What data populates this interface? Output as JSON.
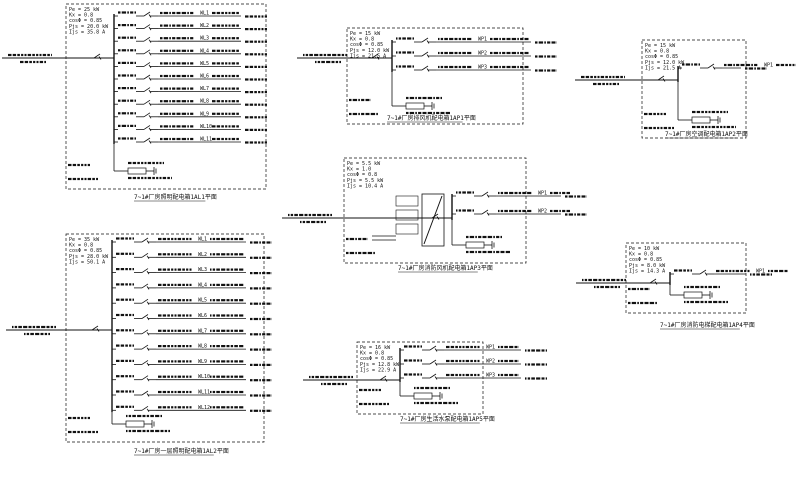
{
  "panels": [
    {
      "id": "p1",
      "params": [
        "Pe = 25 kW",
        "Kx = 0.8",
        "cosΦ = 0.85",
        "Pjs = 20.0 kW",
        "Ijs = 35.8 A"
      ],
      "feeders": [
        "WL1",
        "WL2",
        "WL3",
        "WL4",
        "WL5",
        "WL6",
        "WL7",
        "WL8",
        "WL9",
        "WL10",
        "WL11"
      ],
      "caption": "7~1#厂房照明配电箱1AL1平面"
    },
    {
      "id": "p2",
      "params": [
        "Pe = 15 kW",
        "Kx = 0.8",
        "cosΦ = 0.85",
        "Pjs = 12.0 kW",
        "Ijs = 21.5 A"
      ],
      "feeders": [
        "WP1",
        "WP2",
        "WP3"
      ],
      "caption": "7~1#厂房排风机配电箱1AP1平面"
    },
    {
      "id": "p3",
      "params": [
        "Pe = 15 kW",
        "Kx = 0.8",
        "cosΦ = 0.85",
        "Pjs = 12.0 kW",
        "Ijs = 21.5 A"
      ],
      "feeders": [
        "WP1"
      ],
      "caption": "7~1#厂房空调配电箱1AP2平面"
    },
    {
      "id": "p4",
      "params": [
        "Pe = 5.5 kW",
        "Kx = 1.0",
        "cosΦ = 0.8",
        "Pjs = 5.5 kW",
        "Ijs = 10.4 A"
      ],
      "feeders": [
        "WP1",
        "WP2"
      ],
      "caption": "7~1#厂房消防风机配电箱1AP3平面"
    },
    {
      "id": "p5",
      "params": [
        "Pe = 35 kW",
        "Kx = 0.8",
        "cosΦ = 0.85",
        "Pjs = 28.0 kW",
        "Ijs = 50.1 A"
      ],
      "feeders": [
        "WL1",
        "WL2",
        "WL3",
        "WL4",
        "WL5",
        "WL6",
        "WL7",
        "WL8",
        "WL9",
        "WL10",
        "WL11",
        "WL12"
      ],
      "caption": "7~1#厂房一层照明配电箱1AL2平面"
    },
    {
      "id": "p6",
      "params": [
        "Pe = 10 kW",
        "Kx = 0.8",
        "cosΦ = 0.85",
        "Pjs = 8.0 kW",
        "Ijs = 14.3 A"
      ],
      "feeders": [
        "WP1"
      ],
      "caption": "7~1#厂房消防电梯配电箱1AP4平面"
    },
    {
      "id": "p7",
      "params": [
        "Pe = 16 kW",
        "Kx = 0.8",
        "cosΦ = 0.85",
        "Pjs = 12.8 kW",
        "Ijs = 22.9 A"
      ],
      "feeders": [
        "WP1",
        "WP2",
        "WP3"
      ],
      "caption": "7~1#厂房生活水泵配电箱1AP5平面"
    }
  ]
}
